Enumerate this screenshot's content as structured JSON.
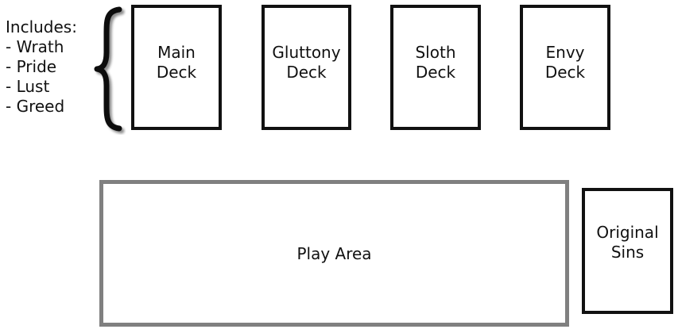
{
  "includes": {
    "heading": "Includes:",
    "items": [
      "- Wrath",
      "- Pride",
      "- Lust",
      "- Greed"
    ]
  },
  "decks": [
    {
      "label": "Main\nDeck"
    },
    {
      "label": "Gluttony\nDeck"
    },
    {
      "label": "Sloth\nDeck"
    },
    {
      "label": "Envy\nDeck"
    }
  ],
  "play_area": {
    "label": "Play Area"
  },
  "original_sins": {
    "label": "Original\nSins"
  },
  "colors": {
    "card_border": "#111111",
    "play_area_border": "#808080",
    "background": "#ffffff"
  }
}
